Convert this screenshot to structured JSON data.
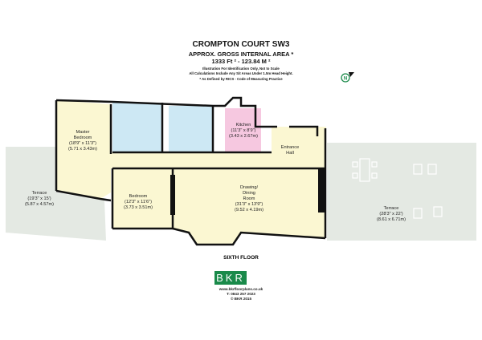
{
  "header": {
    "title": "CROMPTON COURT SW3",
    "area_label": "APPROX. GROSS INTERNAL  AREA *",
    "area_value": "1333 Ft ² - 123.84 M ²",
    "notes": [
      "Illustration For Identification Only, Not to Scale",
      "All Calculations Include Any Sit Areas Under 1.5m Head Height.",
      "* As Defined by RICS - Code of Measuring Practice"
    ]
  },
  "rooms": {
    "master_bedroom": [
      "Master",
      "Bedroom",
      "(18'9\" x 11'3\")",
      "(5.71 x 3.43m)"
    ],
    "kitchen": [
      "Kitchen",
      "(11'3\" x 8'9\")",
      "(3.43 x 2.67m)"
    ],
    "entrance_hall": [
      "Entrance",
      "Hall"
    ],
    "bedroom": [
      "Bedroom",
      "(12'3\" x 11'6\")",
      "(3.73 x 3.51m)"
    ],
    "drawing_room": [
      "Drawing/",
      "Dining",
      "Room",
      "(31'3\" x 13'9\")",
      "(9.52 x 4.19m)"
    ],
    "terrace_left": [
      "Terrace",
      "(19'3\" x 15')",
      "(5.87 x 4.57m)"
    ],
    "terrace_right": [
      "Terrace",
      "(28'3\" x 22')",
      "(8.61 x 6.71m)"
    ]
  },
  "floor_label": "SIXTH FLOOR",
  "footer": {
    "logo": "BKR",
    "website": "www.bkrfloorplans.co.uk",
    "telephone": "T: 0843 257 2023",
    "copyright": "© BKR 2015"
  },
  "colors": {
    "room": "#fbf7d2",
    "bath": "#cde8f4",
    "kitchen": "#f6c8e0",
    "terrace": "#e4e9e3",
    "brand": "#1a8a4a",
    "wall": "#111111"
  }
}
